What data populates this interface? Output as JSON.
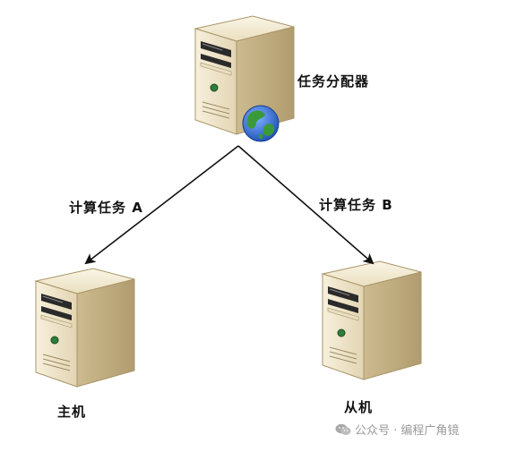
{
  "nodes": {
    "dispatcher": {
      "label": "任务分配器"
    },
    "master": {
      "label": "主机"
    },
    "slave": {
      "label": "从机"
    }
  },
  "edges": {
    "task_a": {
      "label": "计算任务 A"
    },
    "task_b": {
      "label": "计算任务 B"
    }
  },
  "watermark": {
    "text": "公众号 · 编程广角镜",
    "icon": "wechat-icon"
  },
  "colors": {
    "server_light": "#f4ecd6",
    "server_mid": "#d9c9a3",
    "server_dark": "#9c8a62",
    "globe_blue": "#2f6bd8",
    "globe_green": "#3a9a3a",
    "arrow": "#111111"
  }
}
